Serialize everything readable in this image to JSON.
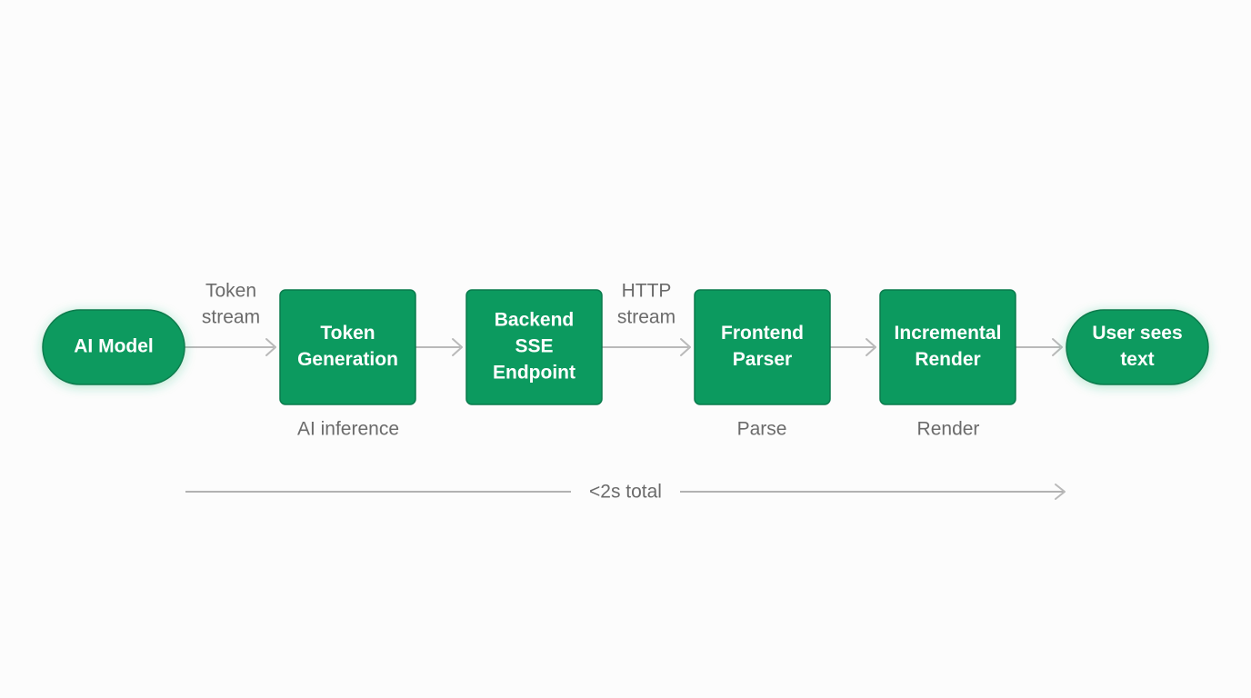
{
  "diagram": {
    "nodes": [
      {
        "id": "ai-model",
        "shape": "pill",
        "lines": [
          "AI Model"
        ]
      },
      {
        "id": "token-generation",
        "shape": "box",
        "lines": [
          "Token",
          "Generation"
        ]
      },
      {
        "id": "backend-sse-endpoint",
        "shape": "box",
        "lines": [
          "Backend",
          "SSE",
          "Endpoint"
        ]
      },
      {
        "id": "frontend-parser",
        "shape": "box",
        "lines": [
          "Frontend",
          "Parser"
        ]
      },
      {
        "id": "incremental-render",
        "shape": "box",
        "lines": [
          "Incremental",
          "Render"
        ]
      },
      {
        "id": "user-sees-text",
        "shape": "pill",
        "lines": [
          "User sees",
          "text"
        ]
      }
    ],
    "edges": [
      {
        "id": "ai-model-to-token-generation",
        "lines": [
          "Token",
          "stream"
        ]
      },
      {
        "id": "token-generation-to-backend",
        "lines": []
      },
      {
        "id": "backend-to-frontend-parser",
        "lines": [
          "HTTP",
          "stream"
        ]
      },
      {
        "id": "frontend-parser-to-incremental-render",
        "lines": []
      },
      {
        "id": "incremental-render-to-user",
        "lines": []
      }
    ],
    "captions": [
      {
        "id": "token-generation",
        "text": "AI inference"
      },
      {
        "id": "frontend-parser",
        "text": "Parse"
      },
      {
        "id": "incremental-render",
        "text": "Render"
      }
    ],
    "timeline": {
      "label": "<2s total"
    },
    "colors": {
      "node_fill": "#0c9a5f",
      "node_stroke": "#0a7b4d",
      "node_text": "#ffffff",
      "arrow": "#b9b9b9",
      "label_text": "#6b6b6b",
      "background": "#fcfcfc"
    }
  }
}
